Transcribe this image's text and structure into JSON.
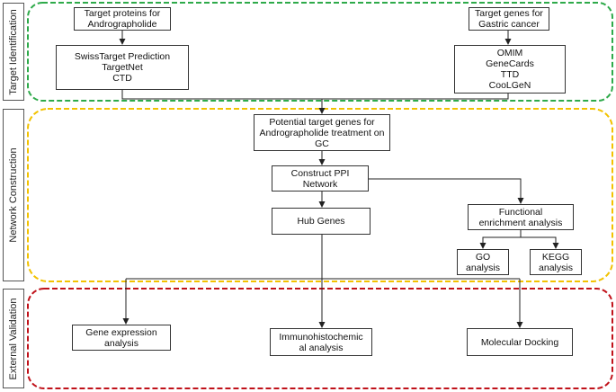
{
  "stages": {
    "identification": {
      "label": "Target Identification",
      "color": "#2eaa4a"
    },
    "construction": {
      "label": "Network Construction",
      "color": "#f2c200"
    },
    "validation": {
      "label": "External Validation",
      "color": "#c0121a"
    }
  },
  "nodes": {
    "andro_targets": {
      "lines": [
        "Target proteins for",
        "Andrographolide"
      ]
    },
    "andro_sources": {
      "lines": [
        "SwissTarget Prediction",
        "TargetNet",
        "CTD"
      ]
    },
    "gc_targets": {
      "lines": [
        "Target genes for",
        "Gastric cancer"
      ]
    },
    "gc_sources": {
      "lines": [
        "OMIM",
        "GeneCards",
        "TTD",
        "CooLGeN"
      ]
    },
    "potential": {
      "lines": [
        "Potential target genes for",
        "Andrographolide treatment on",
        "GC"
      ]
    },
    "ppi": {
      "lines": [
        "Construct PPI",
        "Network"
      ]
    },
    "hub": {
      "lines": [
        "Hub Genes"
      ]
    },
    "functional": {
      "lines": [
        "Functional",
        "enrichment analysis"
      ]
    },
    "go": {
      "lines": [
        "GO",
        "analysis"
      ]
    },
    "kegg": {
      "lines": [
        "KEGG",
        "analysis"
      ]
    },
    "gene_expr": {
      "lines": [
        "Gene expression",
        "analysis"
      ]
    },
    "ihc": {
      "lines": [
        "Immunohistochemic",
        "al analysis"
      ]
    },
    "docking": {
      "lines": [
        "Molecular Docking"
      ]
    }
  },
  "line_color": "#222222"
}
